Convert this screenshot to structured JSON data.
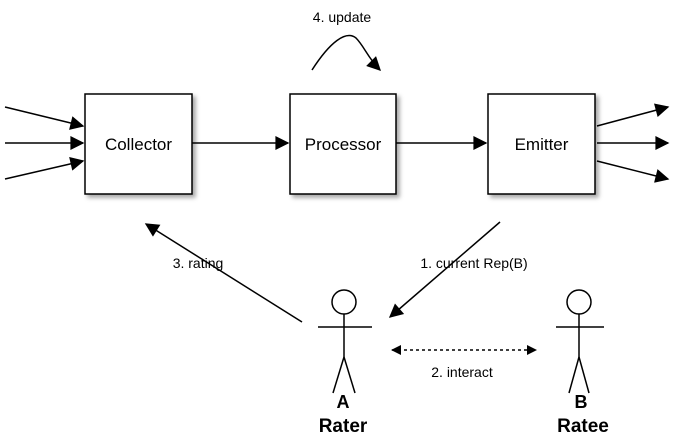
{
  "nodes": {
    "collector": "Collector",
    "processor": "Processor",
    "emitter": "Emitter"
  },
  "edges": {
    "update": "4. update",
    "rating": "3. rating",
    "current_rep": "1. current Rep(B)",
    "interact": "2. interact"
  },
  "actors": {
    "rater": {
      "letter": "A",
      "role": "Rater"
    },
    "ratee": {
      "letter": "B",
      "role": "Ratee"
    }
  }
}
